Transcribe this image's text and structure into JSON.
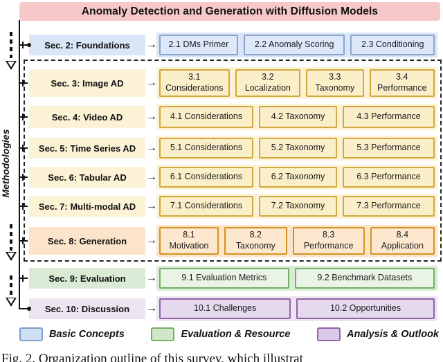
{
  "title": "Anomaly Detection and Generation with Diffusion Models",
  "side_label": "Methodologies",
  "caption": "Fig. 2. Organization outline of this survey, which illustrat",
  "glyphs": {
    "flow_arrow": "→"
  },
  "colors": {
    "banner_bg": "#f7c8c8",
    "line": "#111111",
    "themes": {
      "blue": {
        "label_bg": "#d8e6f8",
        "strip_bg": "#d8e6f8",
        "box_bg": "#dde9fb",
        "border": "#8ba3cc"
      },
      "yellow": {
        "label_bg": "#fcf2d6",
        "strip_bg": "#fcf2d6",
        "box_bg": "#fbefca",
        "border": "#d2a73c"
      },
      "orange": {
        "label_bg": "#fbe4c9",
        "strip_bg": "#fbe4c9",
        "box_bg": "#fde8cf",
        "border": "#d3921e"
      },
      "green": {
        "label_bg": "#d9ebd4",
        "strip_bg": "#d9ebd4",
        "box_bg": "#e9f3e6",
        "border": "#74b063"
      },
      "purple": {
        "label_bg": "#ece4f1",
        "strip_bg": "#ece4f1",
        "box_bg": "#e5d9ee",
        "border": "#9163a8"
      }
    }
  },
  "rows": [
    {
      "id": "sec-2",
      "label": "Sec. 2: Foundations",
      "theme": "blue",
      "boxes": [
        "2.1 DMs Primer",
        "2.2 Anomaly Scoring",
        "2.3 Conditioning"
      ]
    },
    {
      "id": "sec-3",
      "label": "Sec. 3: Image AD",
      "theme": "yellow",
      "boxes": [
        "3.1\nConsiderations",
        "3.2\nLocalization",
        "3.3\nTaxonomy",
        "3.4\nPerformance"
      ]
    },
    {
      "id": "sec-4",
      "label": "Sec. 4: Video AD",
      "theme": "yellow",
      "boxes": [
        "4.1 Considerations",
        "4.2 Taxonomy",
        "4.3 Performance"
      ]
    },
    {
      "id": "sec-5",
      "label": "Sec. 5: Time Series AD",
      "theme": "yellow",
      "boxes": [
        "5.1 Considerations",
        "5.2 Taxonomy",
        "5.3 Performance"
      ]
    },
    {
      "id": "sec-6",
      "label": "Sec. 6: Tabular AD",
      "theme": "yellow",
      "boxes": [
        "6.1 Considerations",
        "6.2 Taxonomy",
        "6.3 Performance"
      ]
    },
    {
      "id": "sec-7",
      "label": "Sec. 7: Multi-modal AD",
      "theme": "yellow",
      "boxes": [
        "7.1 Considerations",
        "7.2 Taxonomy",
        "7.3 Performance"
      ]
    },
    {
      "id": "sec-8",
      "label": "Sec. 8: Generation",
      "theme": "orange",
      "boxes": [
        "8.1\nMotivation",
        "8.2\nTaxonomy",
        "8.3\nPerformance",
        "8.4\nApplication"
      ]
    },
    {
      "id": "sec-9",
      "label": "Sec. 9: Evaluation",
      "theme": "green",
      "boxes": [
        "9.1 Evaluation Metrics",
        "9.2 Benchmark Datasets"
      ]
    },
    {
      "id": "sec-10",
      "label": "Sec. 10: Discussion",
      "theme": "purple",
      "boxes": [
        "10.1 Challenges",
        "10.2 Opportunities"
      ]
    }
  ],
  "legend": [
    {
      "label": "Basic Concepts",
      "swatch_bg": "#cfe0f5",
      "swatch_border": "#7d9cc9"
    },
    {
      "label": "Evaluation & Resource",
      "swatch_bg": "#cfe7c8",
      "swatch_border": "#74b063"
    },
    {
      "label": "Analysis & Outlook",
      "swatch_bg": "#dcc8e8",
      "swatch_border": "#9163a8"
    }
  ]
}
